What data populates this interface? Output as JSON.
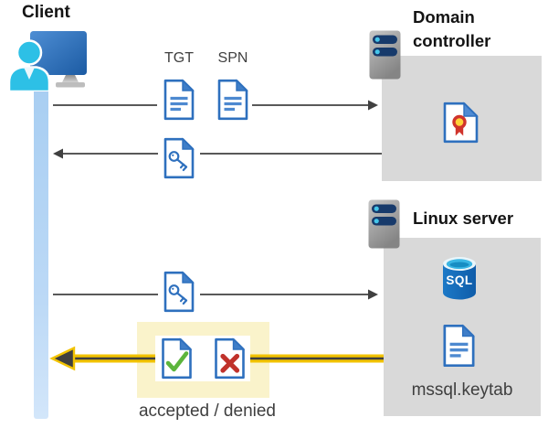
{
  "colors": {
    "doc_blue": "#2e70be",
    "panel_gray": "#d9d9d9",
    "lifeline_blue": "#aecff2",
    "highlight_yellow": "#faf3cb",
    "arrow_gray": "#595959",
    "arrow_yellow": "#f2c300",
    "check_green": "#5cb53c",
    "deny_red": "#c0322b",
    "person_cyan": "#2dc0e6"
  },
  "actors": {
    "client": {
      "label": "Client",
      "icon": "client-user-monitor-icon"
    },
    "domain_controller": {
      "label": "Domain controller",
      "icon": "server-icon",
      "artifact_icon": "certificate-document-icon"
    },
    "linux_server": {
      "label": "Linux server",
      "icon": "server-icon"
    }
  },
  "artifacts": {
    "sql_database": {
      "label": "SQL",
      "icon": "sql-database-icon"
    },
    "keytab_file": {
      "label": "mssql.keytab",
      "icon": "text-document-icon"
    }
  },
  "messages": {
    "ticket_request": {
      "from": "client",
      "to": "domain_controller",
      "tickets": {
        "tgt": "TGT",
        "spn": "SPN"
      }
    },
    "ticket_reply": {
      "from": "domain_controller",
      "to": "client",
      "icon": "key-document-icon"
    },
    "ticket_present": {
      "from": "client",
      "to": "linux_server",
      "icon": "key-document-icon"
    },
    "auth_result": {
      "from": "linux_server",
      "to": "client",
      "label": "accepted / denied",
      "icons": [
        "accepted-document-icon",
        "denied-document-icon"
      ],
      "highlighted": true
    }
  }
}
